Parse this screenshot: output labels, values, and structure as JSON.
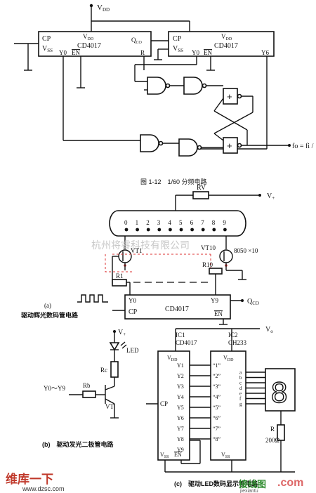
{
  "top": {
    "vdd": "V",
    "vdd_sub": "DD",
    "chip1": {
      "cp": "CP",
      "vss": "V",
      "vss_sub": "SS",
      "vdd": "V",
      "vdd_sub": "DD",
      "name": "CD4017",
      "qco": "Q",
      "qco_sub": "CO",
      "y0": "Y0",
      "en": "EN"
    },
    "chip2": {
      "cp": "CP",
      "vss": "V",
      "vss_sub": "SS",
      "vdd": "V",
      "vdd_sub": "DD",
      "name": "CD4017",
      "r": "R",
      "y0": "Y0",
      "en": "EN",
      "y6": "Y6"
    },
    "output": "fo = fi /",
    "caption": "图 1-12　1/60 分频电路"
  },
  "tube": {
    "rv": "RV",
    "vplus": "V",
    "vplus_sub": "+",
    "digits": [
      "0",
      "1",
      "2",
      "3",
      "4",
      "5",
      "6",
      "7",
      "8",
      "9"
    ],
    "vt1": "VT1",
    "vt10": "VT10",
    "tr": "8050 ×10",
    "r10": "R10",
    "r1": "R1",
    "a": "(a)",
    "chip": {
      "cp": "CP",
      "name": "CD4017",
      "y0": "Y0",
      "y9": "Y9",
      "en": "EN"
    },
    "qco": "Q",
    "qco_sub": "CO",
    "caption": "驱动辉光数码管电路",
    "watermark": "杭州将睿科技有限公司"
  },
  "led": {
    "vplus": "V",
    "vplus_sub": "+",
    "led": "LED",
    "rc": "Rc",
    "rb": "Rb",
    "vt": "VT",
    "input": "Y0～Y9",
    "caption": "(b)　驱动发光二极管电路"
  },
  "disp": {
    "vplus": "V",
    "vplus_sub": "o",
    "ic1": "IC1",
    "ic1_name": "CD4017",
    "ic2": "IC2",
    "ic2_name": "CH233",
    "vdd": "V",
    "vdd_sub": "DD",
    "cp": "CP",
    "outs": [
      "Y1",
      "Y2",
      "Y3",
      "Y4",
      "Y5",
      "Y6",
      "Y7",
      "Y8",
      "Y9"
    ],
    "ins": [
      "“1”",
      "“2”",
      "“3”",
      "“4”",
      "“5”",
      "“6”",
      "“7”",
      "“8”"
    ],
    "segs": [
      "a",
      "b",
      "c",
      "d",
      "e",
      "f",
      "g"
    ],
    "vss": "V",
    "vss_sub": "SS",
    "en": "EN",
    "r": "R",
    "r_val": "200Ω",
    "caption": "(c)　驱动LED数码显示管电路",
    "digit": "8"
  },
  "footer": {
    "logo1": "维库一下",
    "url": "www.dzsc.com",
    "logo2": "接线图",
    "url2": "jiexiantu",
    "com": ".com"
  }
}
